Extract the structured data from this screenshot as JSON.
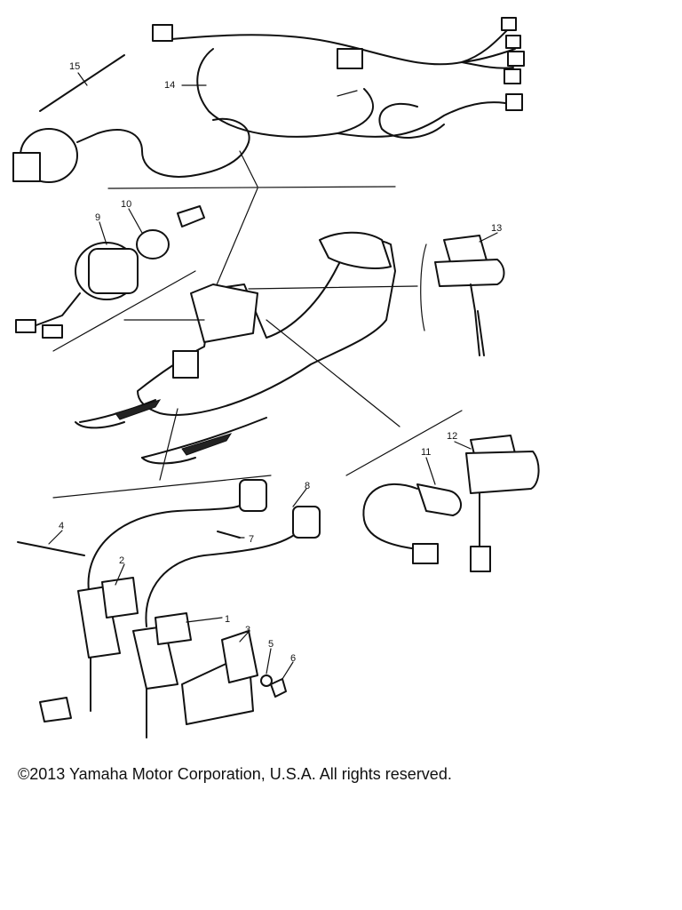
{
  "callouts": [
    {
      "label": "1"
    },
    {
      "label": "2"
    },
    {
      "label": "3"
    },
    {
      "label": "4"
    },
    {
      "label": "5"
    },
    {
      "label": "6"
    },
    {
      "label": "7"
    },
    {
      "label": "8"
    },
    {
      "label": "9"
    },
    {
      "label": "10"
    },
    {
      "label": "11"
    },
    {
      "label": "12"
    },
    {
      "label": "13"
    },
    {
      "label": "14"
    },
    {
      "label": "15"
    }
  ],
  "copyright": "©2013 Yamaha Motor Corporation, U.S.A. All rights reserved."
}
